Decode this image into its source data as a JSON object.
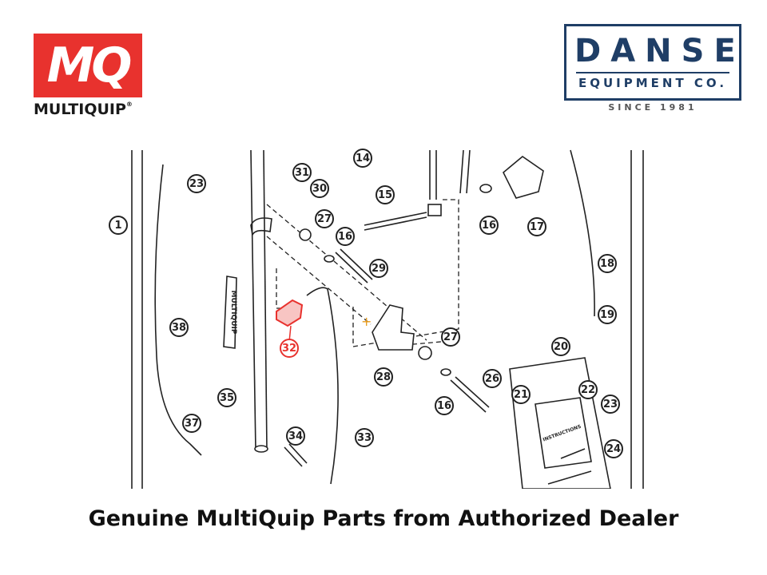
{
  "brand": {
    "mq_letters": "MQ",
    "mq_word": "MULTIQUIP",
    "mq_reg": "®",
    "mq_color": "#e8322e"
  },
  "dealer": {
    "name": "DANSE",
    "subtitle": "EQUIPMENT CO.",
    "since": "SINCE 1981",
    "color": "#1f3e66"
  },
  "diagram": {
    "highlight_color": "#e8322e",
    "handle_text": "MULTIQUIP",
    "sign_text": "INSTRUCTIONS",
    "callouts": [
      "1",
      "14",
      "23",
      "31",
      "30",
      "15",
      "27",
      "16",
      "29",
      "16",
      "17",
      "18",
      "19",
      "38",
      "32",
      "27",
      "20",
      "28",
      "26",
      "22",
      "21",
      "23",
      "35",
      "16",
      "37",
      "34",
      "33",
      "24"
    ]
  },
  "caption": "Genuine MultiQuip Parts from Authorized Dealer"
}
